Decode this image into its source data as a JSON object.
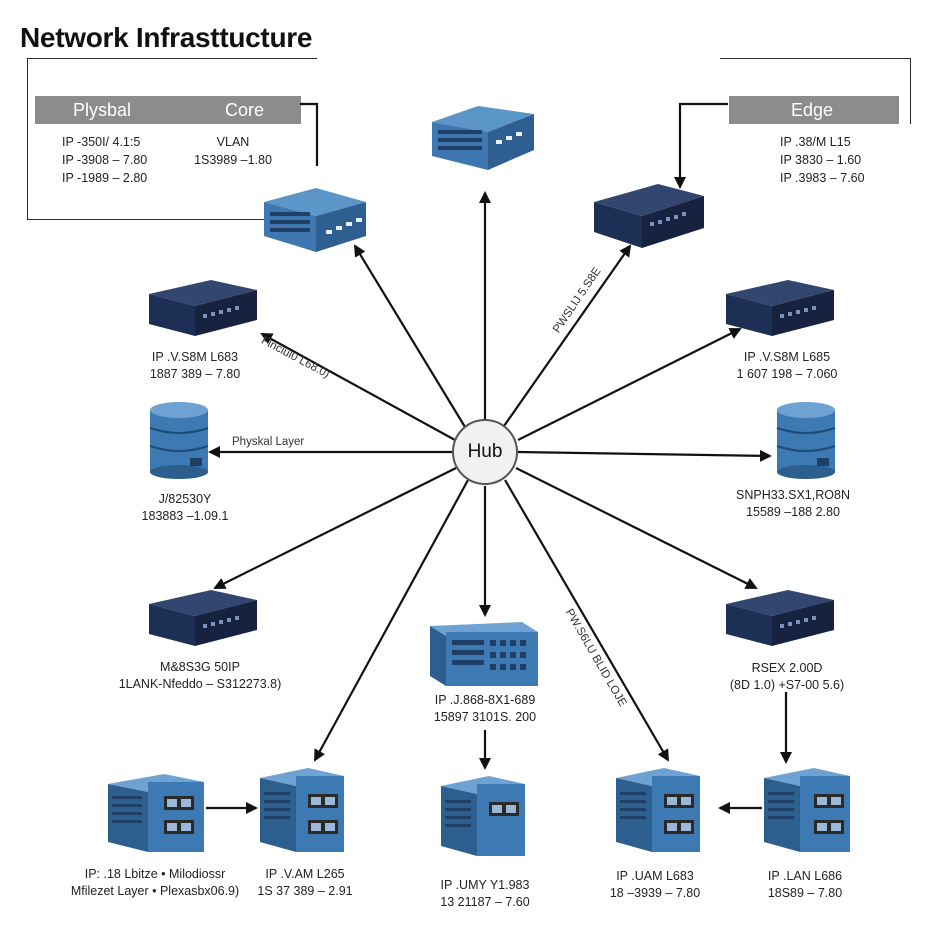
{
  "title": "Network Infrasttucture",
  "legend_left": {
    "col1_header": "Plysbal",
    "col2_header": "Core",
    "col1_lines": [
      "IP -350I/ 4.1:5",
      "IP -3908 – 7.80",
      "IP -1989 – 2.80"
    ],
    "col2_lines": [
      "VLAN",
      "1S3989 –1.80"
    ]
  },
  "legend_right": {
    "header": "Edge",
    "lines": [
      "IP .38/M L15",
      "IP 3830 – 1.60",
      "IP .3983 – 7.60"
    ]
  },
  "hub_label": "Hub",
  "edge_labels": {
    "top_right": "PWSLIJ 5.S8E",
    "upper_left": "Flnclul0 L68.0)",
    "left": "Physkal Layer",
    "lower_right": "PW.S6LU BLID LOJE"
  },
  "captions": {
    "left_switch": [
      "IP .V.S8M L683",
      "1887 389 – 7.80"
    ],
    "left_server": [
      "J/82530Y",
      "183883 –1.09.1"
    ],
    "lower_left_switch": [
      "M&8S3G 50IP",
      "1LANK-Nfeddo – S312273.8)"
    ],
    "right_switch": [
      "IP .V.S8M L685",
      "1 607 198 – 7.060"
    ],
    "right_server": [
      "SNPH33.SX1,RO8N",
      "15589 –188 2.80"
    ],
    "lower_right_switch": [
      "RSEX 2.00D",
      "(8D 1.0) +S7-00 5.6)"
    ],
    "center_router": [
      "IP .J.868-8X1-689",
      "15897 3101S. 200"
    ],
    "bottom_far_left": [
      "IP: .18 Lbitze • Milodiossr",
      "Mfilezet Layer • Plexasbx06.9)"
    ],
    "bottom_left": [
      "IP .V.AM L265",
      "1S 37 389 – 2.91"
    ],
    "bottom_center": [
      "IP .UMY Y1.983",
      "13 21187 – 7.60"
    ],
    "bottom_right": [
      "IP .UAM L683",
      "18 –3939 – 7.80"
    ],
    "bottom_far_right": [
      "IP .LAN L686",
      "18S89 – 7.80"
    ]
  },
  "colors": {
    "switch_blue": "#3f78b0",
    "switch_navy": "#1e2f55",
    "server_blue": "#3d7ab4",
    "hub_border": "#555555"
  }
}
